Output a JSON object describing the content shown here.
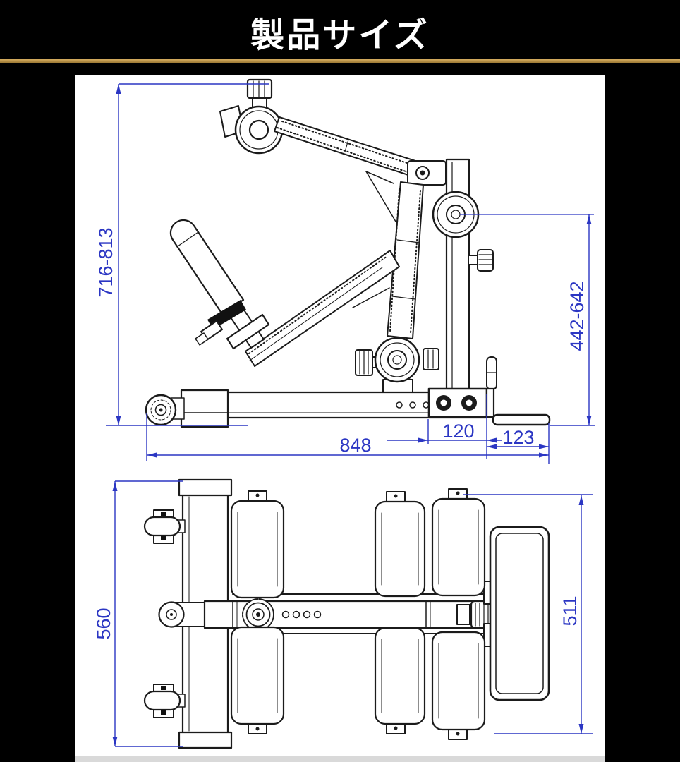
{
  "header": {
    "title": "製品サイズ"
  },
  "colors": {
    "background": "#000000",
    "panel": "#ffffff",
    "accent_line": "#bf9245",
    "dimension_blue": "#2b36c3",
    "drawing_line": "#1b1b1b"
  },
  "side_view": {
    "dims": {
      "overall_height": "716-813",
      "pivot_height": "442-642",
      "base_length": "848",
      "bracket_width": "120",
      "foot_plate_length": "123"
    }
  },
  "top_view": {
    "dims": {
      "overall_depth": "560",
      "pad_span": "511"
    }
  }
}
